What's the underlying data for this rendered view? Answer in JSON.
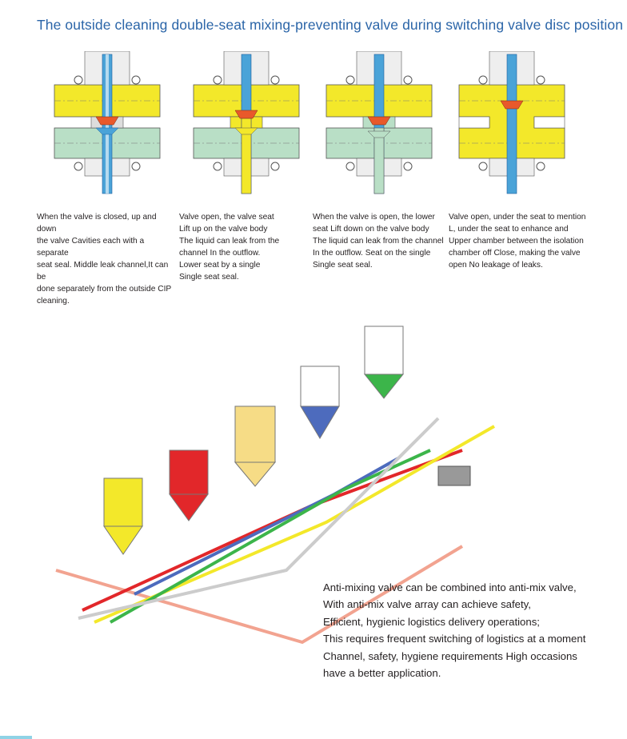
{
  "title": "The outside cleaning double-seat mixing-preventing valve during switching valve disc position",
  "captions": [
    "When the valve is closed, up and down\n the valve Cavities each with a separate\nseat seal. Middle leak channel,It can be\n done separately from the outside CIP\ncleaning.",
    "Valve open, the valve seat\nLift up on the valve body\nThe liquid can leak from the\n channel In the outflow.\nLower seat by a single\nSingle seat seal.",
    "When the valve is open, the lower\nseat Lift down on the valve body\nThe liquid can leak from the channel\nIn the outflow. Seat on the single\nSingle seat seal.",
    "Valve open, under the seat to mention\nL, under the seat to enhance and\nUpper chamber between the isolation\nchamber off Close, making the valve\nopen No leakage of leaks."
  ],
  "description": "Anti-mixing valve can be combined into anti-mix valve,\nWith anti-mix valve array can achieve safety,\nEfficient, hygienic logistics delivery operations;\nThis requires frequent switching of logistics at a moment\nChannel, safety, hygiene requirements High occasions\nhave a better application.",
  "colors": {
    "title": "#2b65a8",
    "yellow": "#f3e82a",
    "green_pipe": "#b9dfc6",
    "teal": "#4aa3d8",
    "red": "#e2272a",
    "orange_seal": "#e8592b",
    "blue_tank": "#4d6bbd",
    "green_tank": "#3cb54a",
    "cream_tank": "#f6dc86"
  },
  "valve_states": [
    "closed",
    "upper-seat-lift",
    "lower-seat-lift",
    "open"
  ]
}
